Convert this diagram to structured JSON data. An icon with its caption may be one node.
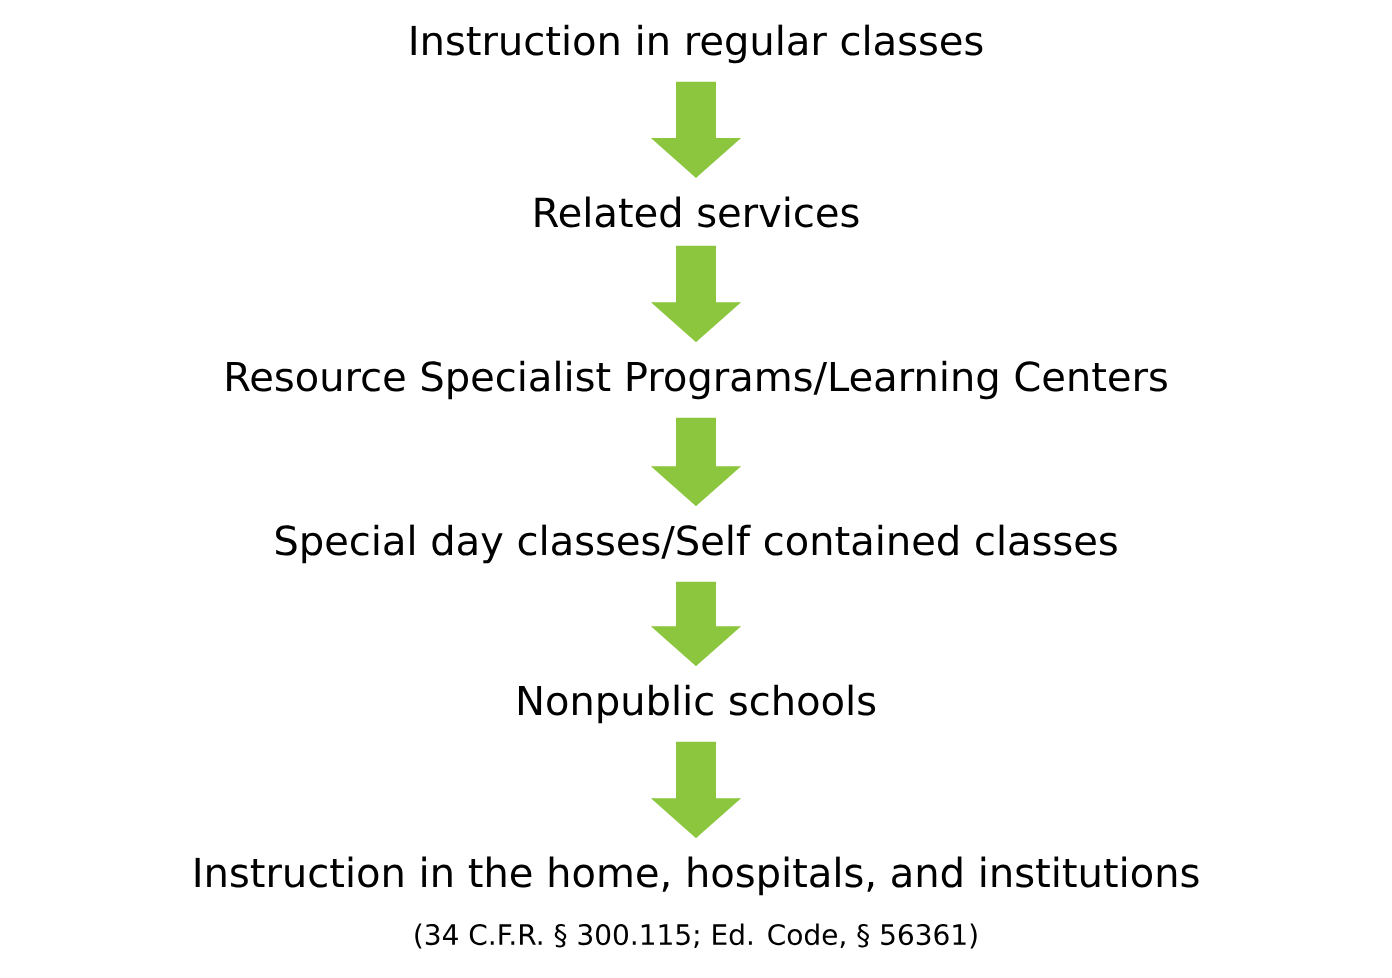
{
  "diagram": {
    "nodes": [
      {
        "text": [
          "Instruction in regular classes"
        ]
      },
      {
        "text": [
          "Related services"
        ]
      },
      {
        "text": [
          "Resource Specialist Programs/Learning Centers"
        ]
      },
      {
        "text": [
          "Special day classes/Self contained classes"
        ]
      },
      {
        "text": [
          "Nonpublic schools"
        ]
      },
      {
        "text": [
          "Instruction in the home, hospitals, and institutions"
        ]
      }
    ],
    "edges": [
      {
        "from": 0,
        "to": 1,
        "arrow": "to"
      },
      {
        "from": 1,
        "to": 2,
        "arrow": "to"
      },
      {
        "from": 2,
        "to": 3,
        "arrow": "to"
      },
      {
        "from": 3,
        "to": 4,
        "arrow": "to"
      },
      {
        "from": 4,
        "to": 5,
        "arrow": "to"
      }
    ],
    "labels": [
      "(34 C.F.R. § 300.115; Ed. Code, § 56361)"
    ]
  }
}
